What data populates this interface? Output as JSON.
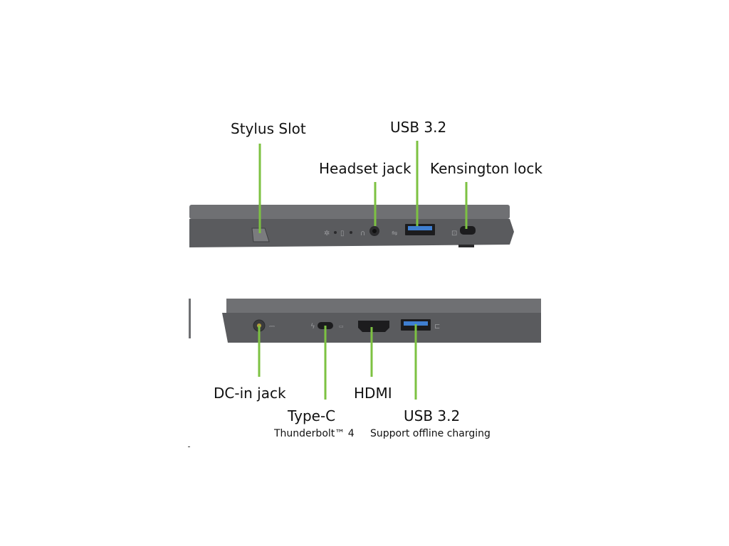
{
  "colors": {
    "accent_line": "#7dc242",
    "chassis_top": "#6f7073",
    "chassis_body": "#5a5b5e",
    "port_dark": "#1c1c1e",
    "usb_blue": "#3f7fd1"
  },
  "top_view": {
    "labels": {
      "stylus_slot": "Stylus Slot",
      "headset_jack": "Headset jack",
      "usb_32": "USB 3.2",
      "kensington_lock": "Kensington lock"
    }
  },
  "bottom_view": {
    "labels": {
      "dc_in_jack": "DC-in jack",
      "type_c": "Type-C",
      "type_c_sub": "Thunderbolt™ 4",
      "hdmi": "HDMI",
      "usb_32": "USB 3.2",
      "usb_32_sub": "Support offline charging"
    }
  }
}
